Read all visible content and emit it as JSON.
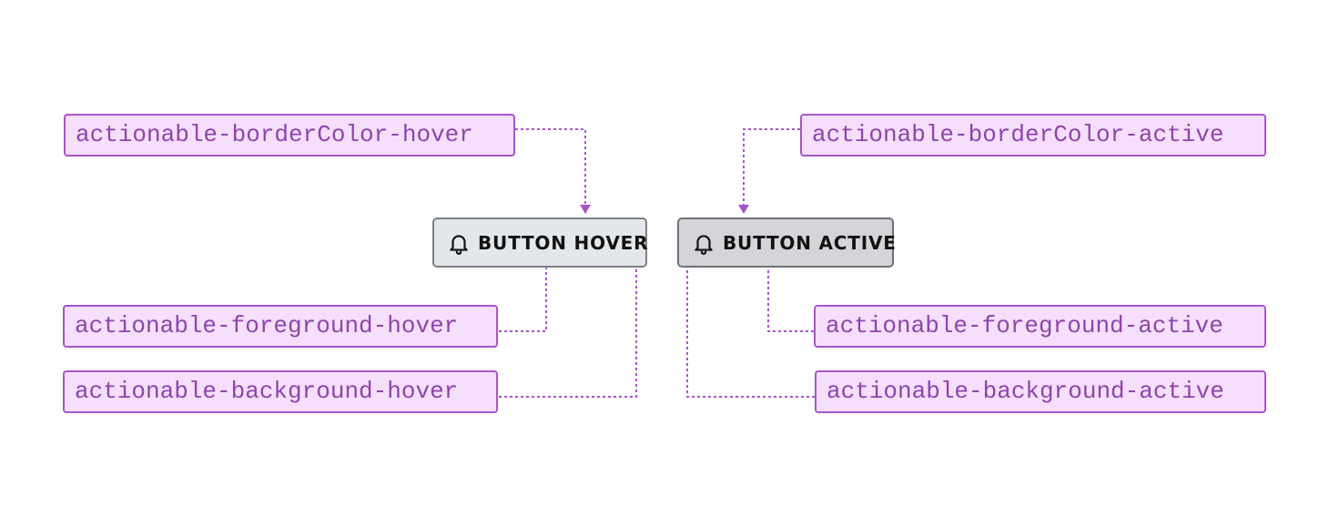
{
  "tokens": {
    "border_hover": "actionable-borderColor-hover",
    "foreground_hover": "actionable-foreground-hover",
    "background_hover": "actionable-background-hover",
    "border_active": "actionable-borderColor-active",
    "foreground_active": "actionable-foreground-active",
    "background_active": "actionable-background-active"
  },
  "buttons": {
    "hover": {
      "label": "BUTTON HOVER",
      "icon": "bell-icon"
    },
    "active": {
      "label": "BUTTON ACTIVE",
      "icon": "bell-icon"
    }
  },
  "colors": {
    "accent": "#a855c8",
    "token_fill": "#f5dffc",
    "token_text": "#8e44ad",
    "hover_background": "#e4e7ea",
    "active_background": "#d3d5d8"
  }
}
